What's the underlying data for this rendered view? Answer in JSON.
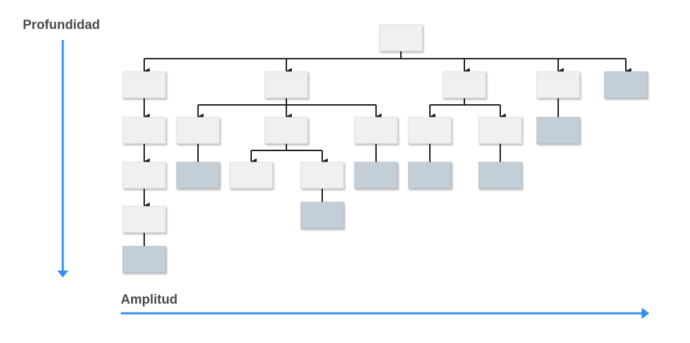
{
  "axes": {
    "vertical_label": "Profundidad",
    "horizontal_label": "Amplitud",
    "arrow_color": "#2f8ef2"
  },
  "colors": {
    "inner_node_fill": "#f1f0f1",
    "leaf_node_fill": "#c4ced7",
    "connector": "#1a1a1a"
  },
  "tree": {
    "root": "root",
    "nodes": [
      {
        "id": "root",
        "type": "inner",
        "children": [
          "a",
          "b",
          "c",
          "d",
          "e"
        ]
      },
      {
        "id": "a",
        "type": "inner",
        "children": [
          "a1"
        ]
      },
      {
        "id": "a1",
        "type": "inner",
        "children": [
          "a2"
        ]
      },
      {
        "id": "a2",
        "type": "inner",
        "children": [
          "a3"
        ]
      },
      {
        "id": "a3",
        "type": "inner",
        "children": [
          "a4"
        ]
      },
      {
        "id": "a4",
        "type": "leaf",
        "children": []
      },
      {
        "id": "b",
        "type": "inner",
        "children": [
          "b1",
          "b2",
          "b3"
        ]
      },
      {
        "id": "b1",
        "type": "inner",
        "children": [
          "b1a"
        ]
      },
      {
        "id": "b1a",
        "type": "leaf",
        "children": []
      },
      {
        "id": "b2",
        "type": "inner",
        "children": [
          "b2a",
          "b2b"
        ]
      },
      {
        "id": "b2a",
        "type": "inner",
        "children": []
      },
      {
        "id": "b2b",
        "type": "inner",
        "children": [
          "b2b1"
        ]
      },
      {
        "id": "b2b1",
        "type": "leaf",
        "children": []
      },
      {
        "id": "b3",
        "type": "inner",
        "children": [
          "b3a"
        ]
      },
      {
        "id": "b3a",
        "type": "leaf",
        "children": []
      },
      {
        "id": "c",
        "type": "inner",
        "children": [
          "c1",
          "c2"
        ]
      },
      {
        "id": "c1",
        "type": "inner",
        "children": [
          "c1a"
        ]
      },
      {
        "id": "c1a",
        "type": "leaf",
        "children": []
      },
      {
        "id": "c2",
        "type": "inner",
        "children": [
          "c2a"
        ]
      },
      {
        "id": "c2a",
        "type": "leaf",
        "children": []
      },
      {
        "id": "d",
        "type": "inner",
        "children": [
          "d1"
        ]
      },
      {
        "id": "d1",
        "type": "leaf",
        "children": []
      },
      {
        "id": "e",
        "type": "leaf",
        "children": []
      }
    ]
  }
}
